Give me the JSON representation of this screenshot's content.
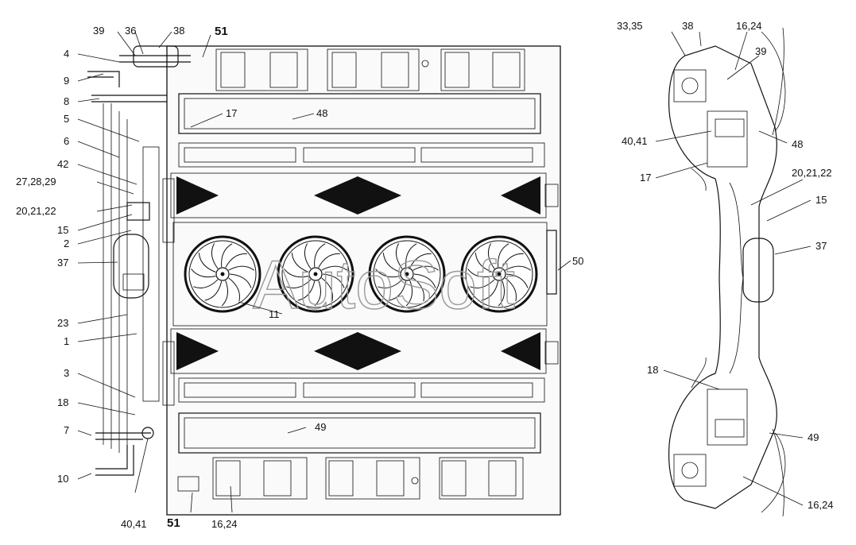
{
  "watermark": "AutoSoft",
  "labels": {
    "l4": "4",
    "l9": "9",
    "l8": "8",
    "l5": "5",
    "l6": "6",
    "l42": "42",
    "l27": "27,28,29",
    "l20": "20,21,22",
    "l15": "15",
    "l2": "2",
    "l37": "37",
    "l23": "23",
    "l1": "1",
    "l3": "3",
    "l18": "18",
    "l7": "7",
    "l10": "10",
    "l39": "39",
    "l36": "36",
    "l38": "38",
    "l51top": "51",
    "l17": "17",
    "l48": "48",
    "l11": "11",
    "l50": "50",
    "l49": "49",
    "l40b": "40,41",
    "l51bot": "51",
    "l16b": "16,24",
    "r3335": "33,35",
    "r38": "38",
    "r1624t": "16,24",
    "r39": "39",
    "r4041": "40,41",
    "r48": "48",
    "r17": "17",
    "r202122": "20,21,22",
    "r15": "15",
    "r37": "37",
    "r18": "18",
    "r49": "49",
    "r1624b": "16,24"
  }
}
